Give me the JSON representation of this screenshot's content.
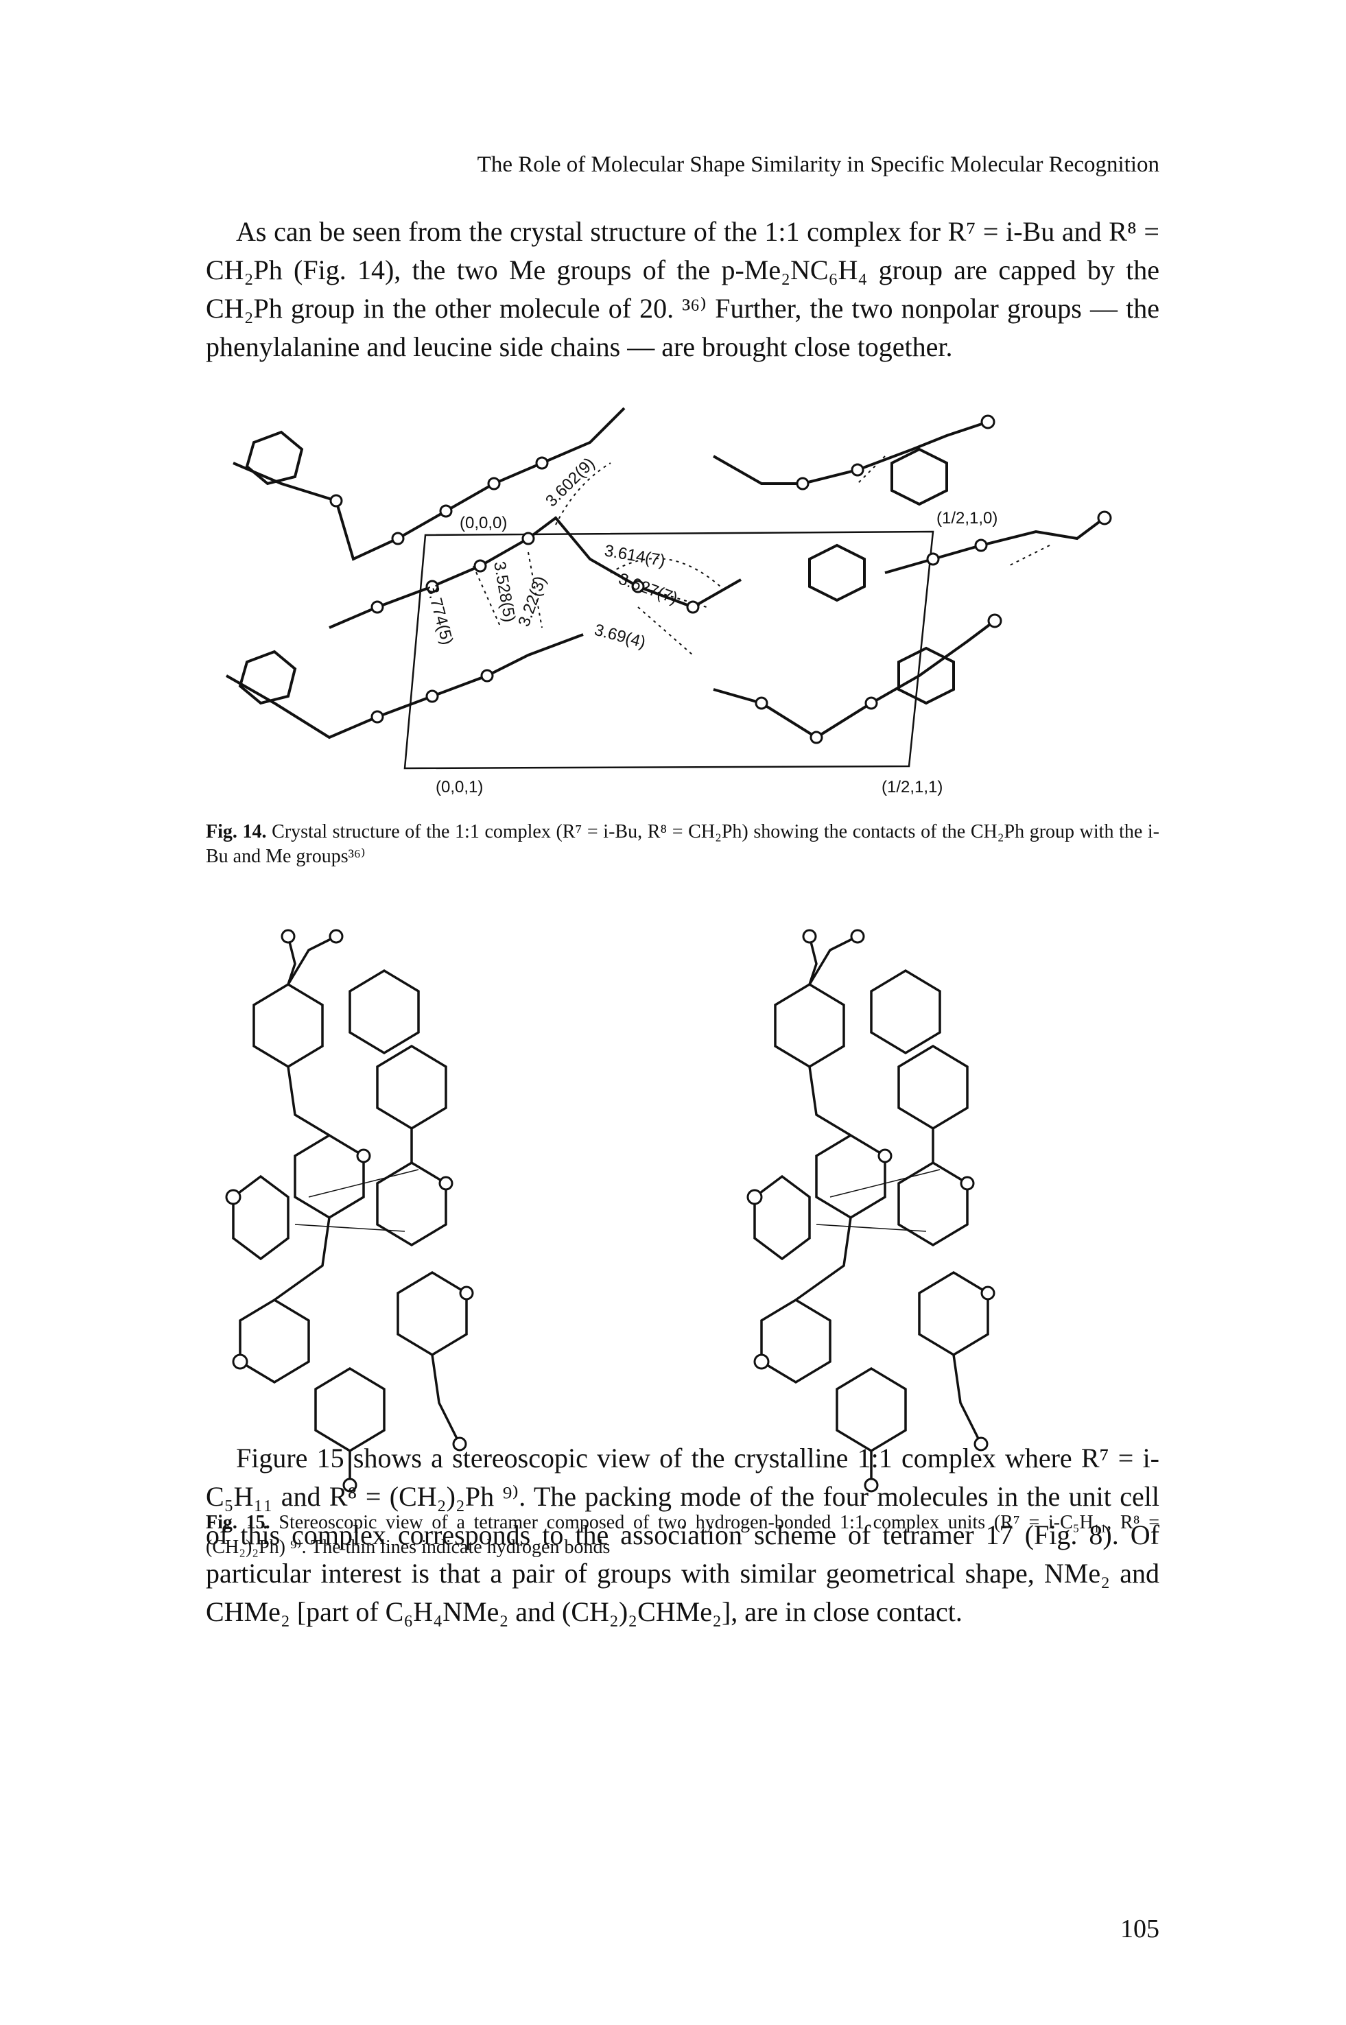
{
  "header": "The Role of Molecular Shape Similarity in Specific Molecular Recognition",
  "para1": "As can be seen from the crystal structure of the 1:1 complex for R⁷ = i-Bu and R⁸ = CH₂Ph (Fig. 14), the two Me groups of the p-Me₂NC₆H₄ group are capped by the CH₂Ph group in the other molecule of 20. ³⁶⁾ Further, the two nonpolar groups — the phenylalanine and leucine side chains — are brought close together.",
  "figure14": {
    "cell_labels": [
      "(0,0,0)",
      "(1/2,1,0)",
      "(0,0,1)",
      "(1/2,1,1)"
    ],
    "distance_labels": [
      "3.602(9)",
      "3.774(5)",
      "3.528(5)",
      "3.22(3)",
      "3.614(7)",
      "3.627(7)",
      "3.69(4)"
    ]
  },
  "caption14": {
    "label": "Fig. 14.",
    "text": "Crystal structure of the 1:1 complex (R⁷ = i-Bu, R⁸ = CH₂Ph) showing the contacts of the CH₂Ph group with the i-Bu and Me groups³⁶⁾"
  },
  "caption15": {
    "label": "Fig. 15.",
    "text": "Stereoscopic view of a tetramer composed of two hydrogen-bonded 1:1 complex units (R⁷ = i-C₅H₁₁, R⁸ = (CH₂)₂Ph) ⁹⁾. The thin lines indicate hydrogen bonds"
  },
  "para2": "Figure 15 shows a stereoscopic view of the crystalline 1:1 complex where R⁷ = i-C₅H₁₁ and R⁸ = (CH₂)₂Ph ⁹⁾. The packing mode of the four molecules in the unit cell of this complex corresponds to the association scheme of tetramer 17 (Fig. 8). Of particular interest is that a pair of groups with similar geometrical shape, NMe₂ and CHMe₂ [part of C₆H₄NMe₂ and (CH₂)₂CHMe₂], are in close contact.",
  "page_number": "105"
}
